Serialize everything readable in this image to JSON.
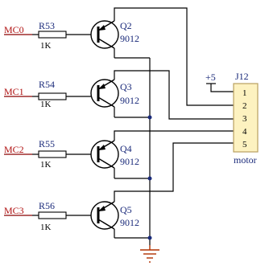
{
  "inputs": [
    {
      "net": "MC0",
      "res_ref": "R53",
      "res_val": "1K",
      "q_ref": "Q2",
      "q_part": "9012"
    },
    {
      "net": "MC1",
      "res_ref": "R54",
      "res_val": "1K",
      "q_ref": "Q3",
      "q_part": "9012"
    },
    {
      "net": "MC2",
      "res_ref": "R55",
      "res_val": "1K",
      "q_ref": "Q4",
      "q_part": "9012"
    },
    {
      "net": "MC3",
      "res_ref": "R56",
      "res_val": "1K",
      "q_ref": "Q5",
      "q_part": "9012"
    }
  ],
  "connector": {
    "ref": "J12",
    "name": "motor",
    "pins": [
      "1",
      "2",
      "3",
      "4",
      "5"
    ]
  },
  "power": {
    "label": "+5"
  },
  "colors": {
    "net_label": "#b01010",
    "component_label": "#1a2a7a",
    "connector_fill": "#fdf2c0",
    "ground": "#b03000"
  }
}
